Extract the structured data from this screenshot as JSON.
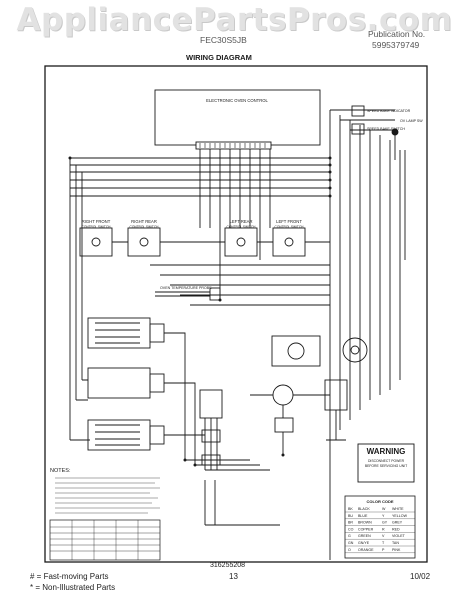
{
  "watermark": "AppliancePartsPros.com",
  "header": {
    "model": "FEC30S5JB",
    "pub_label": "Publication No.",
    "pub_number": "5995379749",
    "title": "WIRING DIAGRAM"
  },
  "diagram": {
    "control_label": "ELECTRONIC OVEN CONTROL",
    "switches": [
      "RIGHT FRONT",
      "RIGHT REAR",
      "LEFT REAR",
      "LEFT FRONT"
    ],
    "switch_sub": "CONTROL SWITCH",
    "indicators": [
      "SPEED BAKE INDICATOR",
      "SPEED BAKE SWITCH",
      "OV LAMP SW"
    ],
    "sensor": "OVEN TEMPERATURE PROBE",
    "warning_title": "WARNING",
    "warning_lines": [
      "DISCONNECT POWER",
      "BEFORE SERVICING UNIT"
    ],
    "notes_title": "NOTES:",
    "part_number": "316255208",
    "color_code_title": "COLOR CODE",
    "color_codes": [
      [
        "BK",
        "BLACK",
        "W",
        "WHITE"
      ],
      [
        "BU",
        "BLUE",
        "Y",
        "YELLOW"
      ],
      [
        "BR",
        "BROWN",
        "GY",
        "GREY"
      ],
      [
        "CO",
        "COPPER",
        "R",
        "RED"
      ],
      [
        "G",
        "GREEN",
        "V",
        "VIOLET"
      ],
      [
        "GN",
        "GN/YE",
        "T",
        "TAN"
      ],
      [
        "O",
        "ORANGE",
        "P",
        "PINK"
      ]
    ]
  },
  "footer": {
    "legend1": "# = Fast-moving Parts",
    "legend2": "* = Non-Illustrated Parts",
    "page": "13",
    "date": "10/02"
  }
}
